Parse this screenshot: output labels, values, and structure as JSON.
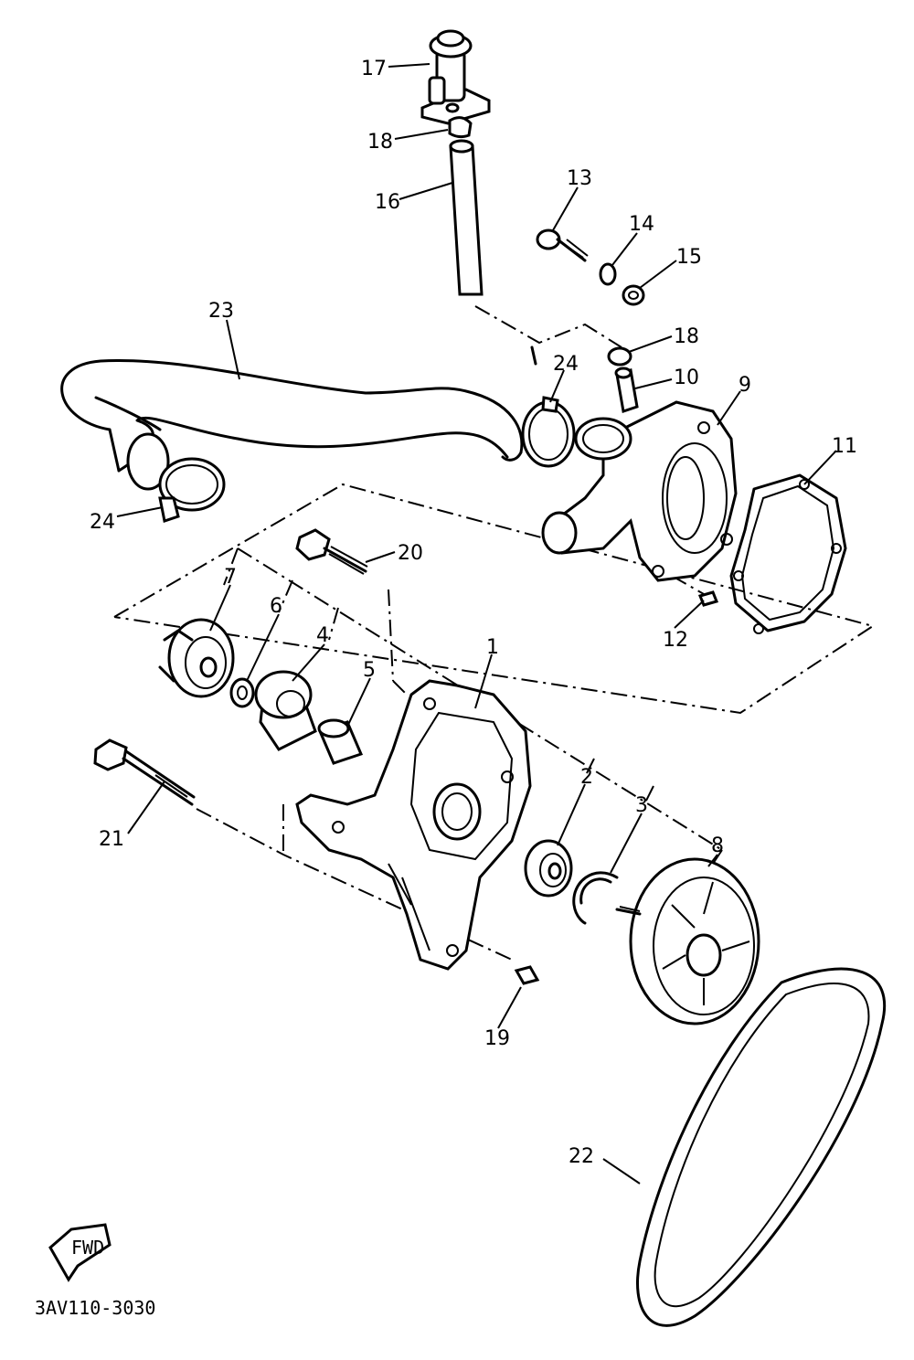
{
  "diagram_code": "3AV110-3030",
  "labels": {
    "p1": "1",
    "p2": "2",
    "p3": "3",
    "p4": "4",
    "p5": "5",
    "p6": "6",
    "p7": "7",
    "p8": "8",
    "p9": "9",
    "p10": "10",
    "p11": "11",
    "p12": "12",
    "p13": "13",
    "p14": "14",
    "p15": "15",
    "p16": "16",
    "p17": "17",
    "p18a": "18",
    "p18b": "18",
    "p19": "19",
    "p20": "20",
    "p21": "21",
    "p22": "22",
    "p23": "23",
    "p24a": "24",
    "p24b": "24"
  },
  "fwd_label": "FWD"
}
